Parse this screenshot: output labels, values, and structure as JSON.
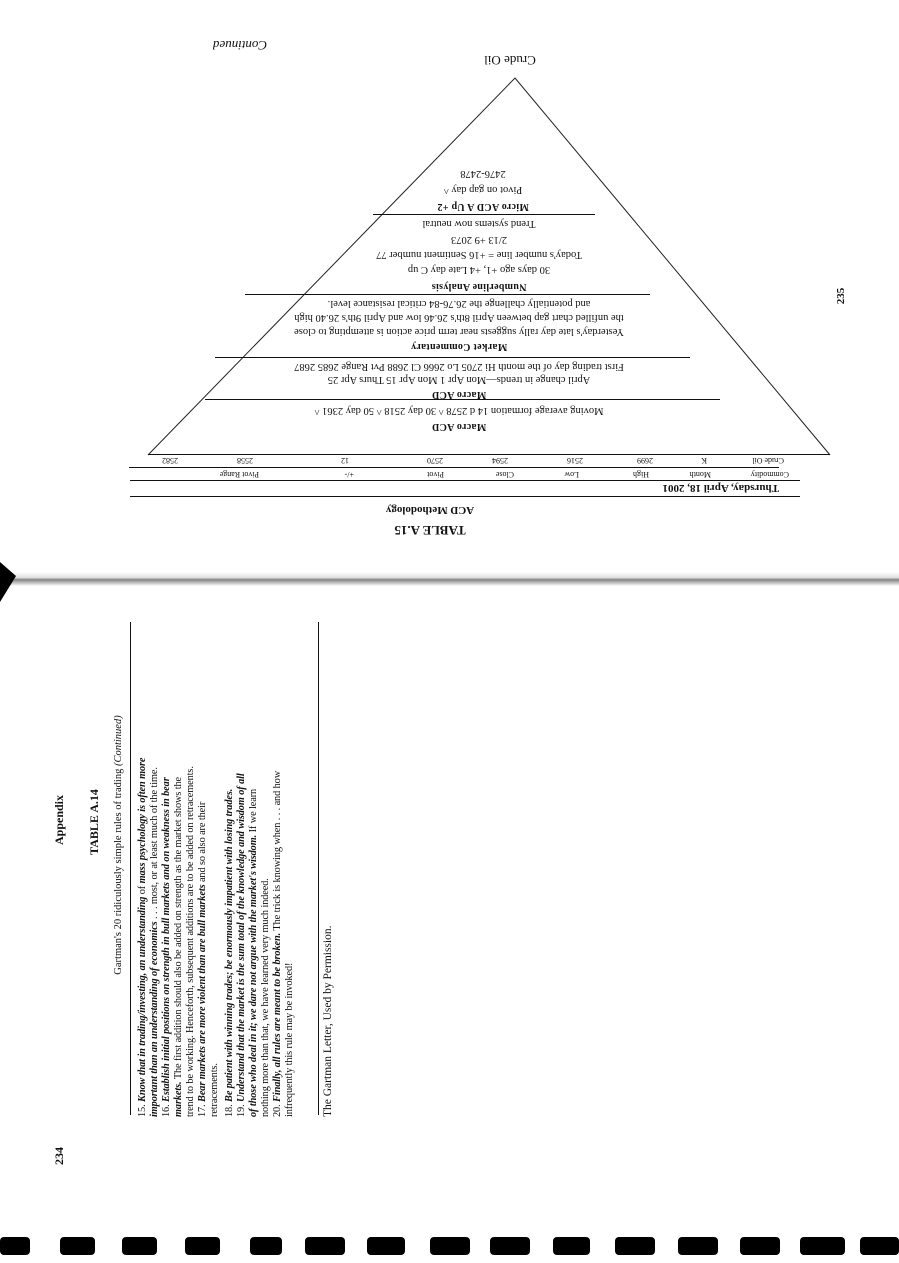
{
  "page_235": {
    "page_number": "235",
    "table_title": "TABLE A.15",
    "table_subtitle": "ACD Methodology",
    "date": "Thursday, April 18, 2001",
    "headers": [
      "Commodity",
      "Month",
      "High",
      "Low",
      "Close",
      "Pivot",
      "+/-",
      "Pivot Range"
    ],
    "row": [
      "Crude Oil",
      "K",
      "2699",
      "2516",
      "2594",
      "2570",
      "12",
      "2558",
      "2582"
    ],
    "sections": {
      "macro1_title": "Macro ACD",
      "macro1_text": "Moving average formation 14 d 2578 ^  30 day 2518 ^  50 day 2361 ^",
      "macro2_title": "Macro ACD",
      "macro2_line1": "April change in trends—Mon Apr 1 Mon Apr 15 Thurs Apr 25",
      "macro2_line2": "First trading day of the month Hi 2705 Lo 2666 Cl 2688 Pvt Range 2685 2687",
      "market_title": "Market Commentary",
      "market_line1": "Yesterday's late day rally suggests near term price action is attempting to close",
      "market_line2": "the unfilled chart gap between April 8th's 26.46 low and April 9th's 26.40 high",
      "market_line3": "and potentially challenge the 26.76-84 critical resistance level.",
      "number_title": "Numberline Analysis",
      "number_line1": "30 days ago +1, +4 Late day C up",
      "number_line2": "Today's number line = +16 Sentiment number 77",
      "number_line3": "2/13 +9 2073",
      "number_line4": "Trend systems now neutral",
      "micro_title": "Micro ACD  A Up +2",
      "micro_line1": "Pivot on gap day ^",
      "micro_line2": "2476-2478"
    },
    "apex_label": "Crude Oil",
    "continued": "Continued"
  },
  "page_234": {
    "page_number": "234",
    "running_head": "Appendix",
    "table_title": "TABLE A.14",
    "table_caption": "Gartman's 20 ridiculously simple rules of trading",
    "table_caption_suffix": "(Continued)",
    "lines": [
      [
        {
          "t": "15. ",
          "s": "n"
        },
        {
          "t": "Know that in trading/investing, an understanding",
          "s": "bi"
        },
        {
          "t": " of ",
          "s": "n"
        },
        {
          "t": "mass psychology is often more",
          "s": "bi"
        }
      ],
      [
        {
          "t": "important than an understanding of economics",
          "s": "bi"
        },
        {
          "t": " . . . most, or at least much of the time.",
          "s": "n"
        }
      ],
      [
        {
          "t": "16. ",
          "s": "n"
        },
        {
          "t": "Establish initial positions on strength in bull markets and on weakness in bear",
          "s": "bi"
        }
      ],
      [
        {
          "t": "markets.",
          "s": "bi"
        },
        {
          "t": " The first addition should also be added on strength as the market shows the",
          "s": "n"
        }
      ],
      [
        {
          "t": "trend to be working. Henceforth, subsequent additions are to be added on retracements.",
          "s": "n"
        }
      ],
      [
        {
          "t": "17. ",
          "s": "n"
        },
        {
          "t": "Bear markets are more violent than are bull markets",
          "s": "bi"
        },
        {
          "t": " and so also are their",
          "s": "n"
        }
      ],
      [
        {
          "t": "retracements.",
          "s": "n"
        }
      ],
      [
        {
          "t": "18. ",
          "s": "n"
        },
        {
          "t": "Be patient with winning trades; be enormously impatient with losing trades.",
          "s": "bi"
        }
      ],
      [
        {
          "t": "19. ",
          "s": "n"
        },
        {
          "t": "Understand that the market is the sum total of the knowledge and wisdom of all",
          "s": "bi"
        }
      ],
      [
        {
          "t": "of those who deal in it; we dare not argue with the market's wisdom.",
          "s": "bi"
        },
        {
          "t": " If we learn",
          "s": "n"
        }
      ],
      [
        {
          "t": "nothing more than that, we have learned very much indeed.",
          "s": "n"
        }
      ],
      [
        {
          "t": "20. ",
          "s": "n"
        },
        {
          "t": "Finally, all rules are meant to be broken.",
          "s": "bi"
        },
        {
          "t": " The trick is knowing when . . . and how",
          "s": "n"
        }
      ],
      [
        {
          "t": "infrequently this rule may be invoked!",
          "s": "n"
        }
      ]
    ],
    "source": "The Gartman Letter, Used by Permission."
  }
}
